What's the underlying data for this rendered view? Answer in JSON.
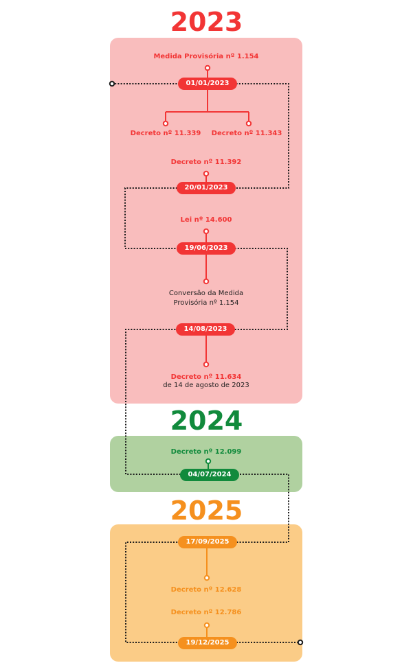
{
  "colors": {
    "red": "#f23535",
    "red_panel": "#f9bdbd",
    "green": "#118a3c",
    "green_panel": "#b0d1a0",
    "orange": "#f5901e",
    "orange_panel": "#fbcc87",
    "connector": "#1a1a1a"
  },
  "years": {
    "y2023": "2023",
    "y2024": "2024",
    "y2025": "2025"
  },
  "y2023": {
    "mp_title": "Medida Provisória nº 1.154",
    "date1": "01/01/2023",
    "decreto_a": "Decreto nº 11.339",
    "decreto_b": "Decreto nº 11.343",
    "decreto_c": "Decreto nº 11.392",
    "date2": "20/01/2023",
    "lei": "Lei nº 14.600",
    "date3": "19/06/2023",
    "conversao_line1": "Conversão da Medida",
    "conversao_line2": "Provisória nº 1.154",
    "date4": "14/08/2023",
    "decreto_d": "Decreto nº 11.634",
    "decreto_d_sub": "de 14 de agosto de 2023"
  },
  "y2024": {
    "decreto": "Decreto nº 12.099",
    "date": "04/07/2024"
  },
  "y2025": {
    "date1": "17/09/2025",
    "decreto_a": "Decreto nº 12.628",
    "decreto_b": "Decreto nº 12.786",
    "date2": "19/12/2025"
  }
}
